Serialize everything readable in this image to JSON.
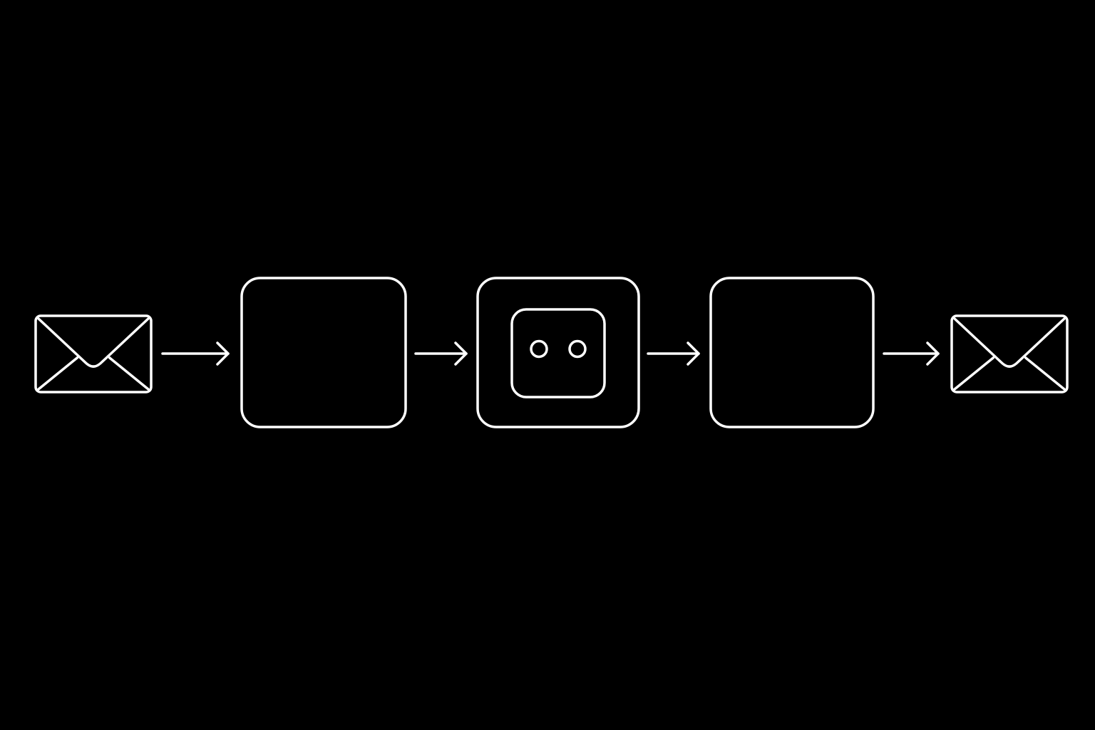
{
  "diagram": {
    "background_color": "#000000",
    "stroke_color": "#ffffff",
    "flow": [
      {
        "kind": "node",
        "id": "input-message",
        "icon": "envelope-icon"
      },
      {
        "kind": "connector",
        "id": "arrow-1",
        "icon": "arrow-right-icon"
      },
      {
        "kind": "node",
        "id": "processing-step-1",
        "icon": "empty-box"
      },
      {
        "kind": "connector",
        "id": "arrow-2",
        "icon": "arrow-right-icon"
      },
      {
        "kind": "node",
        "id": "bot-agent",
        "icon": "robot-face-icon"
      },
      {
        "kind": "connector",
        "id": "arrow-3",
        "icon": "arrow-right-icon"
      },
      {
        "kind": "node",
        "id": "processing-step-2",
        "icon": "empty-box"
      },
      {
        "kind": "connector",
        "id": "arrow-4",
        "icon": "arrow-right-icon"
      },
      {
        "kind": "node",
        "id": "output-message",
        "icon": "envelope-icon"
      }
    ]
  }
}
